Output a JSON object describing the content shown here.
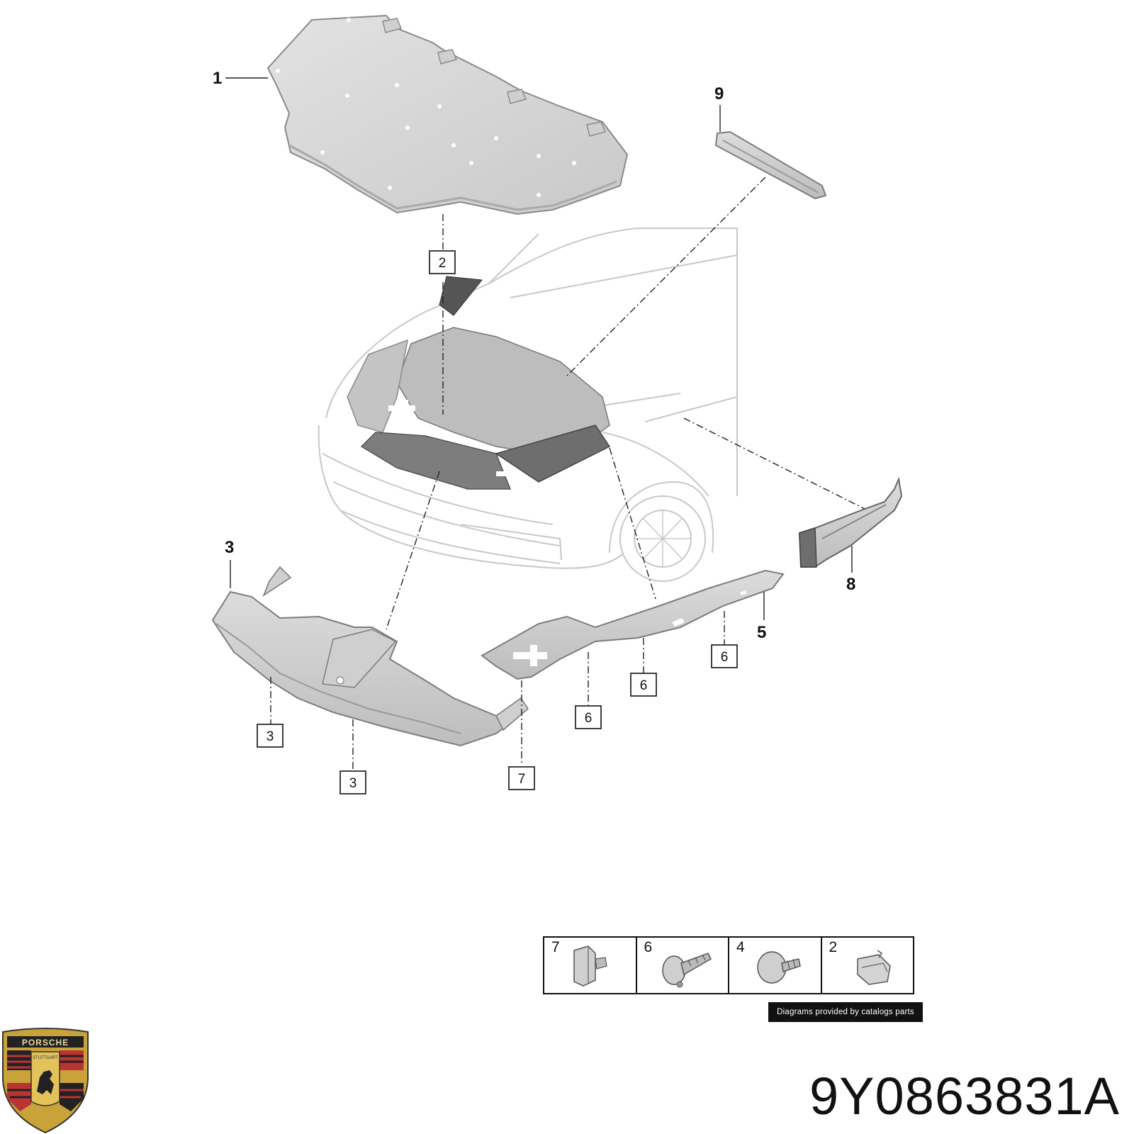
{
  "callouts": {
    "c1": "1",
    "c3": "3",
    "c5": "5",
    "c8": "8",
    "c9": "9"
  },
  "ref_boxes": {
    "r2": "2",
    "r3a": "3",
    "r3b": "3",
    "r6a": "6",
    "r6b": "6",
    "r6c": "6",
    "r7": "7"
  },
  "fasteners": [
    {
      "number": "7",
      "icon": "clip-nut-icon"
    },
    {
      "number": "6",
      "icon": "expansion-rivet-icon"
    },
    {
      "number": "4",
      "icon": "screw-icon"
    },
    {
      "number": "2",
      "icon": "spring-clip-icon"
    }
  ],
  "credit": "Diagrams provided by catalogs parts",
  "part_number": "9Y0863831A",
  "logo": {
    "brand": "PORSCHE",
    "city": "STUTTGART"
  },
  "colors": {
    "part_fill": "#d6d6d6",
    "part_edge": "#8a8a8a",
    "car_line": "#c8c8c8",
    "ink": "#111111"
  }
}
